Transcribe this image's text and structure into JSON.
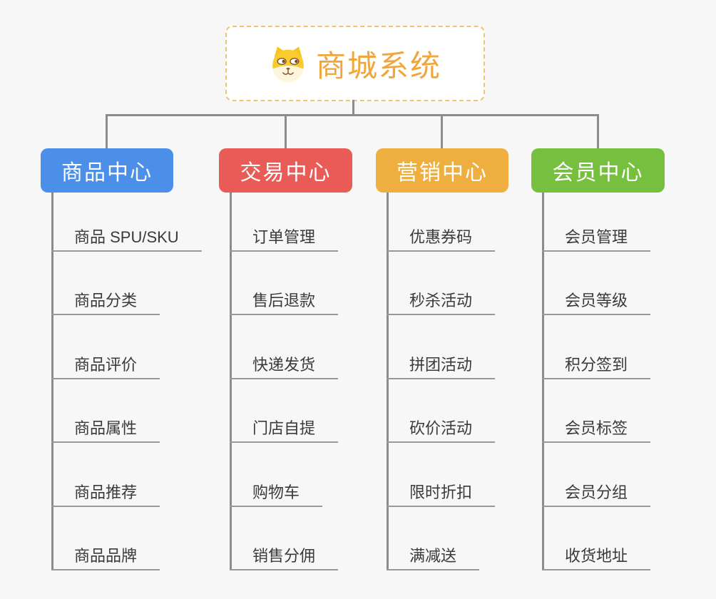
{
  "root": {
    "title": "商城系统",
    "icon": "dog-face-icon"
  },
  "branches": [
    {
      "label": "商品中心",
      "color": "#4b8fe8",
      "children": [
        "商品 SPU/SKU",
        "商品分类",
        "商品评价",
        "商品属性",
        "商品推荐",
        "商品品牌"
      ]
    },
    {
      "label": "交易中心",
      "color": "#e85b57",
      "children": [
        "订单管理",
        "售后退款",
        "快递发货",
        "门店自提",
        "购物车",
        "销售分佣"
      ]
    },
    {
      "label": "营销中心",
      "color": "#eeaf40",
      "children": [
        "优惠券码",
        "秒杀活动",
        "拼团活动",
        "砍价活动",
        "限时折扣",
        "满减送"
      ]
    },
    {
      "label": "会员中心",
      "color": "#77bf3e",
      "children": [
        "会员管理",
        "会员等级",
        "积分签到",
        "会员标签",
        "会员分组",
        "收货地址"
      ]
    }
  ],
  "colors": {
    "background": "#f7f7f7",
    "connector": "#8c8c8c",
    "underline": "#999999",
    "leaf_text": "#3a3a3a",
    "root_accent": "#f0a63c",
    "root_border": "#f2c275"
  }
}
